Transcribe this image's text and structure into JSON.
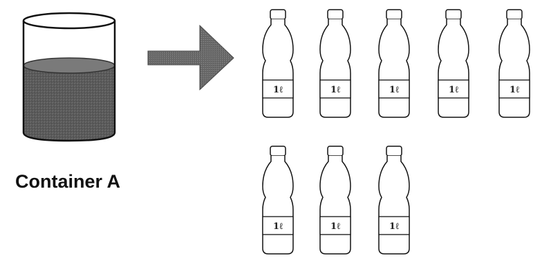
{
  "container": {
    "label": "Container A",
    "liquid_color": "#555555"
  },
  "arrow": {
    "color": "#6a6a6a"
  },
  "bottles": {
    "count": 8,
    "label": "1ℓ",
    "row1_count": 5,
    "row2_count": 3
  }
}
